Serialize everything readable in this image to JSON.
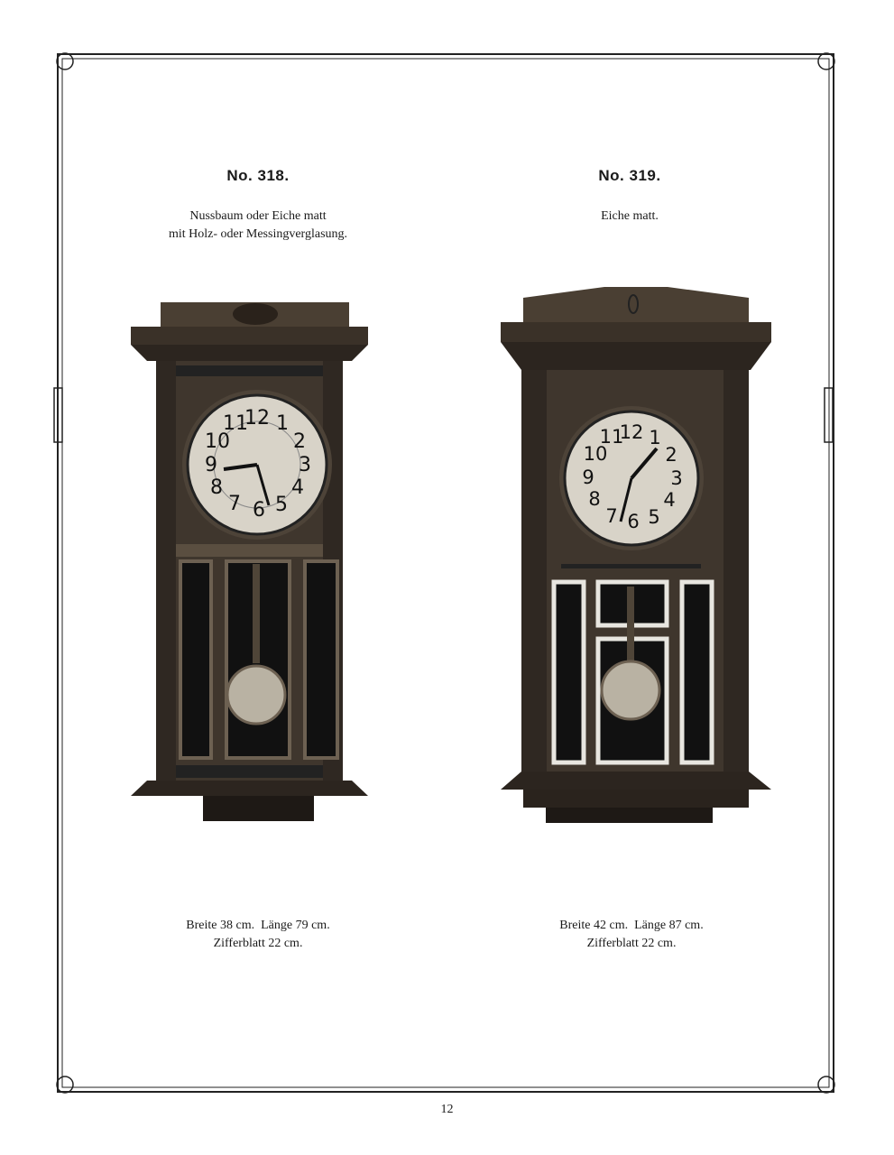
{
  "items": [
    {
      "number": "No. 318.",
      "description_lines": [
        "Nussbaum oder Eiche matt",
        "mit Holz- oder Messingverglasung."
      ],
      "dimensions_lines": [
        "Breite 38 cm.  Länge 79 cm.",
        "Zifferblatt 22 cm."
      ]
    },
    {
      "number": "No. 319.",
      "description_lines": [
        "Eiche matt."
      ],
      "dimensions_lines": [
        "Breite 42 cm.  Länge 87 cm.",
        "Zifferblatt 22 cm."
      ]
    }
  ],
  "page_number": "12"
}
